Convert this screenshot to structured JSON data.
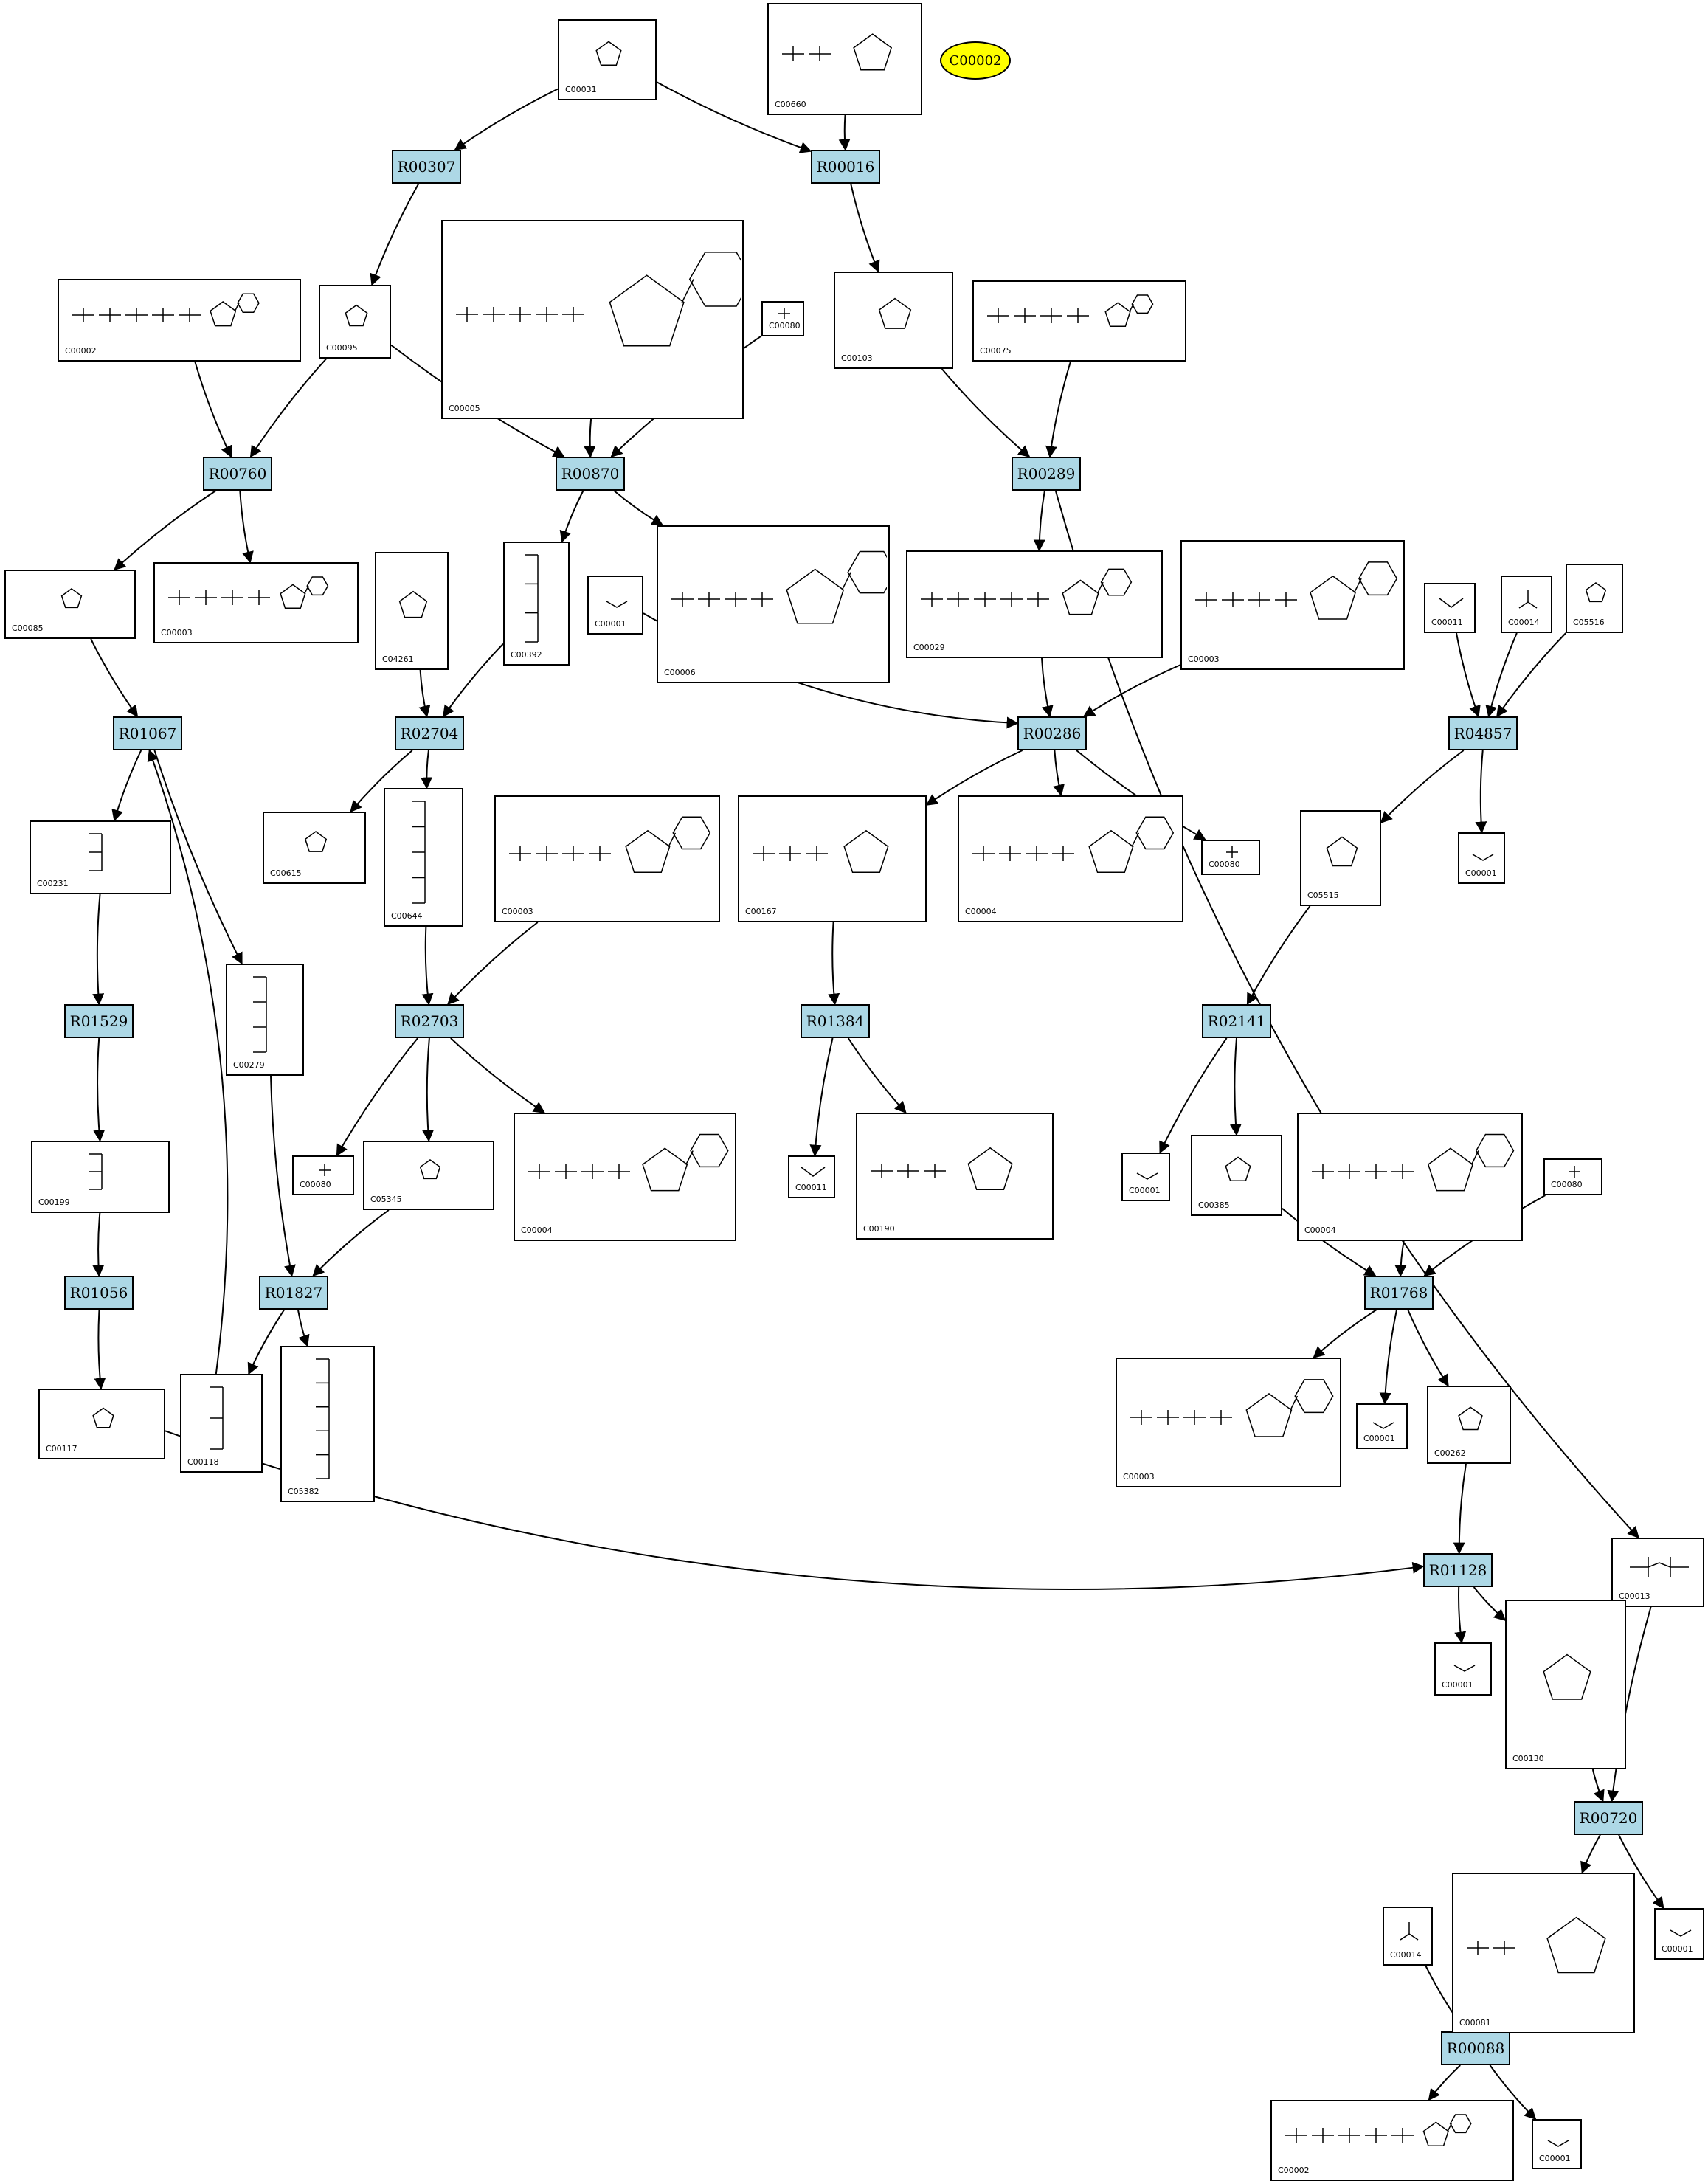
{
  "legend": {
    "label": "C00002"
  },
  "colors": {
    "reaction_fill": "#add8e6",
    "marker_fill": "#ffff00"
  },
  "reactions": [
    "R00307",
    "R00016",
    "R00760",
    "R00870",
    "R00289",
    "R01067",
    "R02704",
    "R00286",
    "R04857",
    "R01529",
    "R02703",
    "R01384",
    "R02141",
    "R01056",
    "R01827",
    "R01768",
    "R01128",
    "R00720",
    "R00088"
  ],
  "compounds": [
    "C00031",
    "C00660",
    "C00002",
    "C00095",
    "C00005",
    "C00080",
    "C00103",
    "C00075",
    "C00085",
    "C00003",
    "C04261",
    "C00392",
    "C00001",
    "C00006",
    "C00029",
    "C00003",
    "C00011",
    "C00014",
    "C05516",
    "C00231",
    "C00615",
    "C00644",
    "C00003",
    "C00167",
    "C00004",
    "C00080",
    "C05515",
    "C00001",
    "C00199",
    "C00279",
    "C00080",
    "C05345",
    "C00004",
    "C00011",
    "C00190",
    "C00001",
    "C00385",
    "C00004",
    "C00080",
    "C00117",
    "C00118",
    "C05382",
    "C00003",
    "C00001",
    "C00262",
    "C00013",
    "C00001",
    "C00130",
    "C00001",
    "C00014",
    "C00081",
    "C00002",
    "C00001"
  ]
}
